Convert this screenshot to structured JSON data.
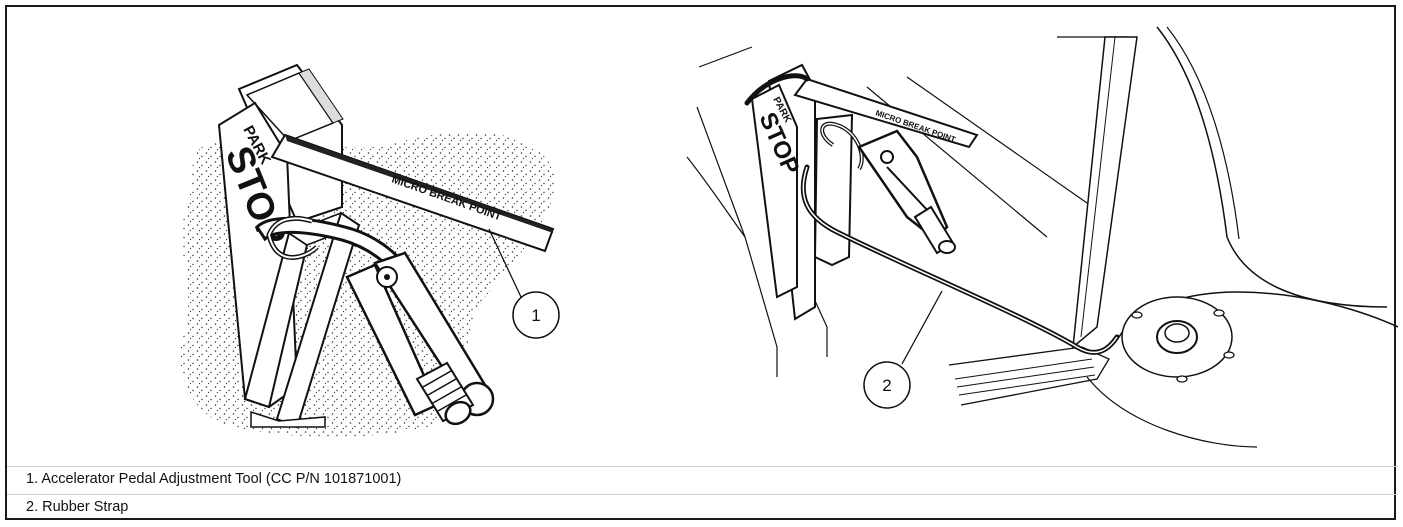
{
  "figure": {
    "left_tool": {
      "sign_stop": "STOP",
      "sign_park": "PARK",
      "bar_label": "MICRO BREAK POINT",
      "callout": "1"
    },
    "right_install": {
      "sign_stop": "STOP",
      "sign_park": "PARK",
      "bar_label": "MICRO BREAK POINT",
      "callout": "2"
    }
  },
  "legend": {
    "items": [
      "1. Accelerator Pedal Adjustment Tool (CC P/N 101871001)",
      "2. Rubber Strap"
    ]
  },
  "colors": {
    "border": "#1a1a1a",
    "ink": "#111111",
    "divider": "#cfcfcf"
  }
}
